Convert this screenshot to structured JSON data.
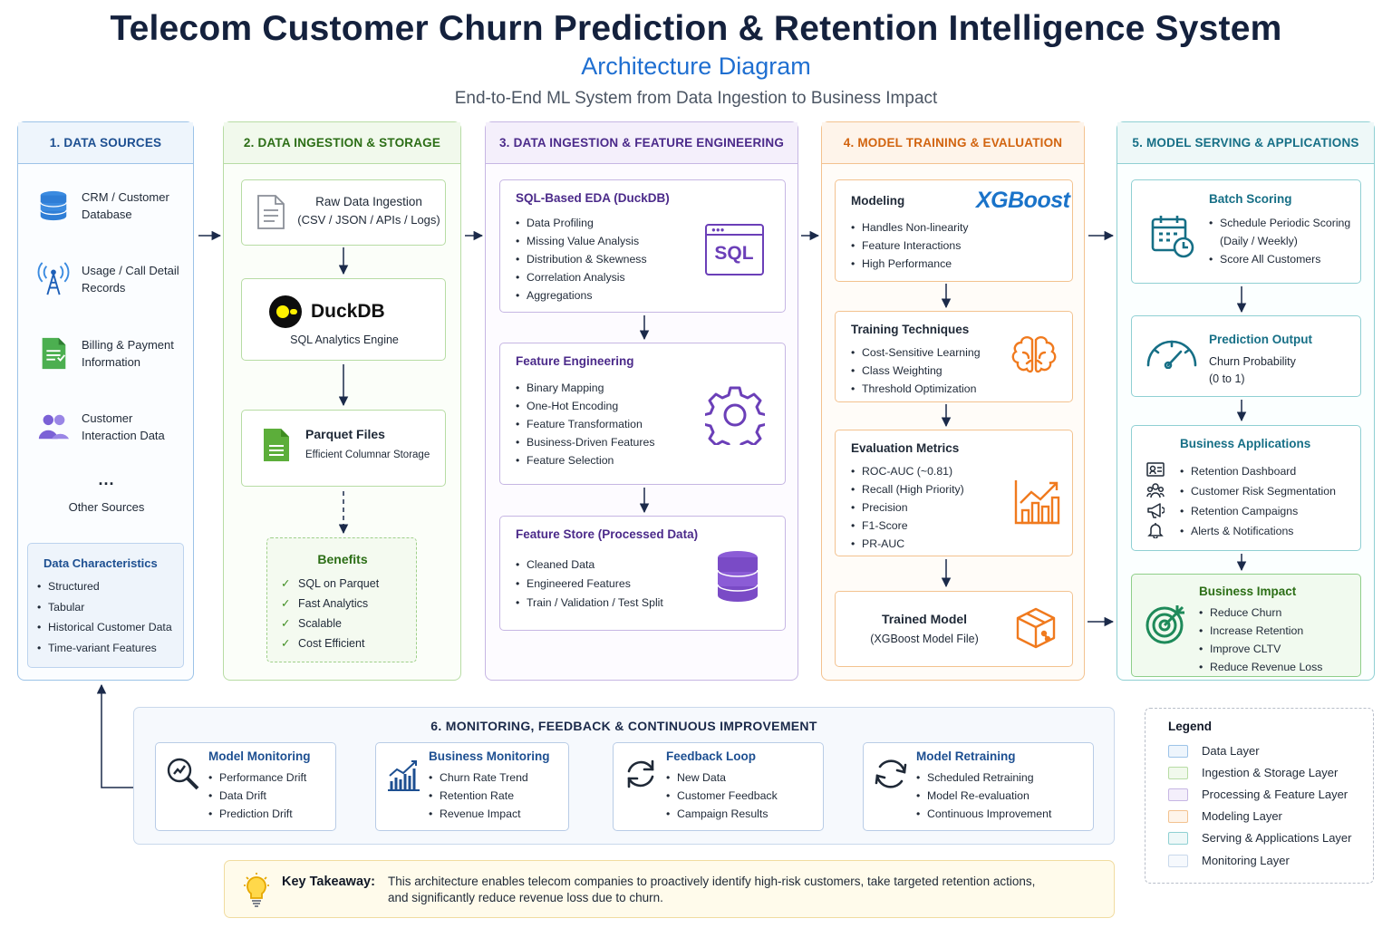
{
  "header": {
    "title": "Telecom Customer Churn Prediction & Retention Intelligence System",
    "subtitle": "Architecture Diagram",
    "tagline": "End-to-End ML System from Data Ingestion to Business Impact"
  },
  "sources": {
    "title": "1. DATA SOURCES",
    "items": [
      {
        "label": "CRM / Customer Database",
        "icon": "database-icon"
      },
      {
        "label": "Usage / Call Detail Records",
        "icon": "cell-tower-icon"
      },
      {
        "label": "Billing & Payment Information",
        "icon": "billing-document-icon"
      },
      {
        "label": "Customer Interaction Data",
        "icon": "users-icon"
      }
    ],
    "other_dots": "...",
    "other": "Other Sources",
    "characteristics": {
      "title": "Data Characteristics",
      "items": [
        "Structured",
        "Tabular",
        "Historical Customer Data",
        "Time-variant Features"
      ]
    }
  },
  "ingestion": {
    "title": "2. DATA INGESTION & STORAGE",
    "raw_title": "Raw Data Ingestion",
    "raw_sub": "(CSV / JSON / APIs / Logs)",
    "duckdb_title": "DuckDB",
    "duckdb_sub": "SQL Analytics Engine",
    "parquet_title": "Parquet Files",
    "parquet_sub": "Efficient Columnar Storage",
    "benefits": {
      "title": "Benefits",
      "items": [
        "SQL on Parquet",
        "Fast Analytics",
        "Scalable",
        "Cost Efficient"
      ]
    }
  },
  "features": {
    "title": "3. DATA INGESTION & FEATURE ENGINEERING",
    "eda": {
      "title": "SQL-Based EDA (DuckDB)",
      "icon_text": "SQL",
      "items": [
        "Data Profiling",
        "Missing Value Analysis",
        "Distribution & Skewness",
        "Correlation Analysis",
        "Aggregations"
      ]
    },
    "fe": {
      "title": "Feature Engineering",
      "items": [
        "Binary Mapping",
        "One-Hot Encoding",
        "Feature Transformation",
        "Business-Driven Features",
        "Feature Selection"
      ]
    },
    "store": {
      "title": "Feature Store (Processed Data)",
      "items": [
        "Cleaned Data",
        "Engineered Features",
        "Train / Validation / Test Split"
      ]
    }
  },
  "training": {
    "title": "4. MODEL TRAINING & EVALUATION",
    "modeling": {
      "title": "Modeling",
      "logo": "XGBoost",
      "items": [
        "Handles Non-linearity",
        "Feature Interactions",
        "High Performance"
      ]
    },
    "techniques": {
      "title": "Training Techniques",
      "items": [
        "Cost-Sensitive Learning",
        "Class Weighting",
        "Threshold Optimization"
      ]
    },
    "metrics": {
      "title": "Evaluation Metrics",
      "items": [
        "ROC-AUC (~0.81)",
        "Recall (High Priority)",
        "Precision",
        "F1-Score",
        "PR-AUC"
      ]
    },
    "trained": {
      "title": "Trained Model",
      "sub": "(XGBoost Model File)"
    }
  },
  "serving": {
    "title": "5. MODEL SERVING & APPLICATIONS",
    "batch": {
      "title": "Batch Scoring",
      "items": [
        "Schedule Periodic Scoring (Daily / Weekly)",
        "Score All Customers"
      ]
    },
    "prediction": {
      "title": "Prediction Output",
      "line1": "Churn Probability",
      "line2": "(0 to 1)"
    },
    "apps": {
      "title": "Business Applications",
      "items": [
        "Retention Dashboard",
        "Customer Risk Segmentation",
        "Retention Campaigns",
        "Alerts & Notifications"
      ]
    },
    "impact": {
      "title": "Business Impact",
      "items": [
        "Reduce Churn",
        "Increase Retention",
        "Improve CLTV",
        "Reduce Revenue Loss"
      ]
    }
  },
  "monitoring": {
    "title": "6. MONITORING, FEEDBACK & CONTINUOUS IMPROVEMENT",
    "boxes": [
      {
        "title": "Model Monitoring",
        "items": [
          "Performance Drift",
          "Data Drift",
          "Prediction Drift"
        ]
      },
      {
        "title": "Business Monitoring",
        "items": [
          "Churn Rate Trend",
          "Retention Rate",
          "Revenue Impact"
        ]
      },
      {
        "title": "Feedback Loop",
        "items": [
          "New Data",
          "Customer Feedback",
          "Campaign Results"
        ]
      },
      {
        "title": "Model Retraining",
        "items": [
          "Scheduled Retraining",
          "Model Re-evaluation",
          "Continuous Improvement"
        ]
      }
    ]
  },
  "legend": {
    "title": "Legend",
    "items": [
      {
        "label": "Data Layer",
        "color": "#9cc3e8"
      },
      {
        "label": "Ingestion & Storage Layer",
        "color": "#b7dca4"
      },
      {
        "label": "Processing & Feature Layer",
        "color": "#c6b6e3"
      },
      {
        "label": "Modeling Layer",
        "color": "#f3c28f"
      },
      {
        "label": "Serving & Applications Layer",
        "color": "#8fd0d3"
      },
      {
        "label": "Monitoring Layer",
        "color": "#c9d8eb"
      }
    ]
  },
  "takeaway": {
    "label": "Key Takeaway:",
    "line1": "This architecture enables telecom companies to proactively identify high-risk customers, take targeted retention actions,",
    "line2": "and significantly reduce revenue loss due to churn."
  },
  "colors": {
    "title": "#14213d",
    "accent_blue": "#1f6fd1",
    "green": "#2c6e16",
    "purple": "#4b2a8a",
    "orange": "#d2640f",
    "teal": "#166f86"
  }
}
